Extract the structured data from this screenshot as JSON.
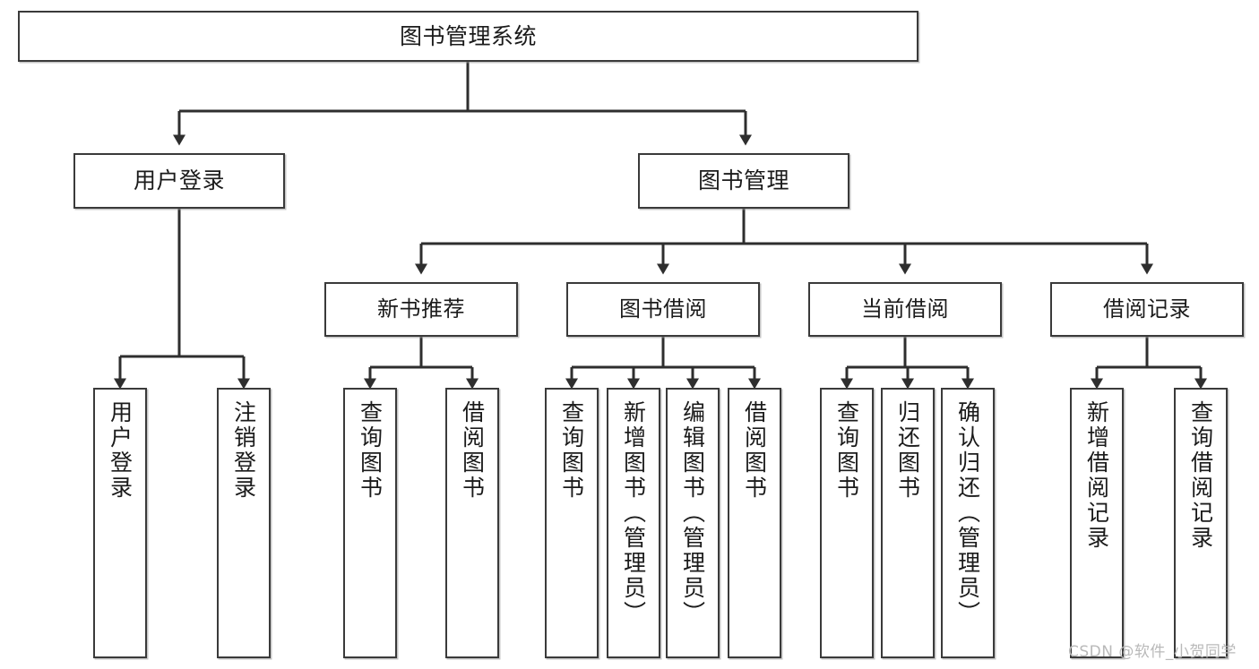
{
  "diagram": {
    "type": "tree",
    "title": "图书管理系统",
    "orientation": "top-down",
    "edge_style": "orthogonal-with-arrowheads",
    "colors": {
      "node_border": "#3a3a3a",
      "node_fill": "#ffffff",
      "edge": "#2e2e2e",
      "text": "#1b1b1b",
      "watermark": "#b9b9b9",
      "background": "#ffffff"
    },
    "root": {
      "label": "图书管理系统"
    },
    "level2": [
      {
        "label": "用户登录"
      },
      {
        "label": "图书管理"
      }
    ],
    "level3": [
      {
        "label": "新书推荐"
      },
      {
        "label": "图书借阅"
      },
      {
        "label": "当前借阅"
      },
      {
        "label": "借阅记录"
      }
    ],
    "leaves": {
      "user_login": [
        {
          "label": "用户登录"
        },
        {
          "label": "注销登录"
        }
      ],
      "new_book_recommend": [
        {
          "label": "查询图书"
        },
        {
          "label": "借阅图书"
        }
      ],
      "book_borrow": [
        {
          "label": "查询图书"
        },
        {
          "label": "新增图书（管理员）"
        },
        {
          "label": "编辑图书（管理员）"
        },
        {
          "label": "借阅图书"
        }
      ],
      "current_borrow": [
        {
          "label": "查询图书"
        },
        {
          "label": "归还图书"
        },
        {
          "label": "确认归还（管理员）"
        }
      ],
      "borrow_record": [
        {
          "label": "新增借阅记录"
        },
        {
          "label": "查询借阅记录"
        }
      ]
    }
  },
  "watermark": {
    "text": "CSDN @软件_小贺同学"
  }
}
